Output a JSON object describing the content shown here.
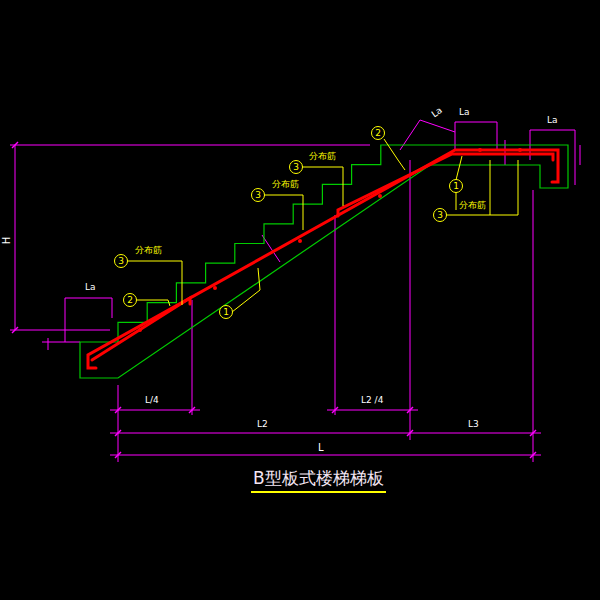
{
  "diagram": {
    "title": "B型板式楼梯梯板",
    "nodes": [
      {
        "text": [
          "2"
        ]
      },
      {
        "text": [
          "3"
        ]
      },
      {
        "text": [
          "1"
        ]
      },
      {
        "text": [
          "3"
        ]
      },
      {
        "text": [
          "3"
        ]
      },
      {
        "text": [
          "3"
        ]
      },
      {
        "text": [
          "2"
        ]
      },
      {
        "text": [
          "1"
        ]
      }
    ],
    "labels": [
      "La",
      "La",
      "La",
      "分布筋",
      "分布筋",
      "分布筋",
      "分布筋",
      "La",
      "H",
      "L/4",
      "L2 /4",
      "L2",
      "L3",
      "L"
    ]
  }
}
